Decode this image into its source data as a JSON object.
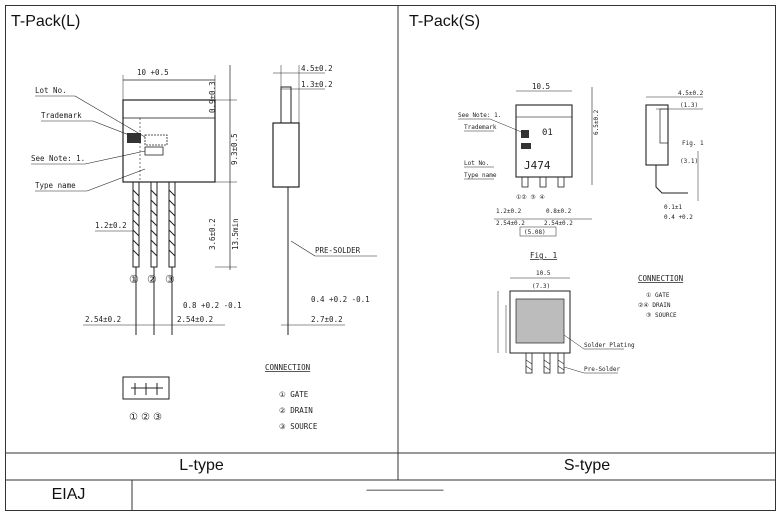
{
  "panels": {
    "left_title": "T-Pack(L)",
    "right_title": "T-Pack(S)"
  },
  "rows": {
    "left_type": "L-type",
    "right_type": "S-type",
    "eiaj_label": "EIAJ",
    "eiaj_value": "———————"
  },
  "left_drawing": {
    "dim_top_width": "10 +0.5",
    "dim_top_right": "0.9±0.3",
    "dim_body_height": "9.3±0.5",
    "dim_lead": "3.6±0.2",
    "dim_total": "13.5min",
    "dim_side_top": "4.5±0.2",
    "dim_side_second": "1.3±0.2",
    "dim_pin_width": "1.2±0.2",
    "dim_pin_thick": "0.8 +0.2 -0.1",
    "dim_pitch_left": "2.54±0.2",
    "dim_pitch_right": "2.54±0.2",
    "dim_side_lead": "0.4 +0.2 -0.1",
    "dim_side_bottom": "2.7±0.2",
    "callout_lot": "Lot No.",
    "callout_trademark": "Trademark",
    "callout_note": "See Note: 1.",
    "callout_type": "Type name",
    "callout_solder": "PRE-SOLDER",
    "pin_labels": [
      "①",
      "②",
      "③"
    ],
    "connection_title": "CONNECTION",
    "connections": [
      "① GATE",
      "② DRAIN",
      "③ SOURCE"
    ]
  },
  "right_drawing": {
    "dim_top_width": "10.5",
    "dim_side_top": "4.5±0.2",
    "dim_side_second": "(1.3)",
    "dim_body": "6.5±0.2",
    "dim_fig": "Fig. 1",
    "dim_side_sub": "(3.1)",
    "dim_small_a": "0.1±1",
    "dim_small_b": "0.4 +0.2",
    "dim_pitch_left_a": "1.2±0.2",
    "dim_pitch_left_b": "2.54±0.2",
    "dim_pitch_right_a": "0.8±0.2",
    "dim_pitch_right_b": "2.54±0.2",
    "dim_center": "(5.08)",
    "part_label": "J474",
    "callout_note": "See Note: 1.",
    "callout_trademark": "Trademark",
    "callout_lot": "Lot No.",
    "callout_type": "Type name",
    "fig_title": "Fig. 1",
    "fig_width": "10.5",
    "fig_inner": "(7.3)",
    "callout_plating": "Solder Plating",
    "callout_presolder": "Pre-Solder",
    "connection_title": "CONNECTION",
    "connections": [
      "① GATE",
      "②④ DRAIN",
      "③ SOURCE"
    ]
  }
}
